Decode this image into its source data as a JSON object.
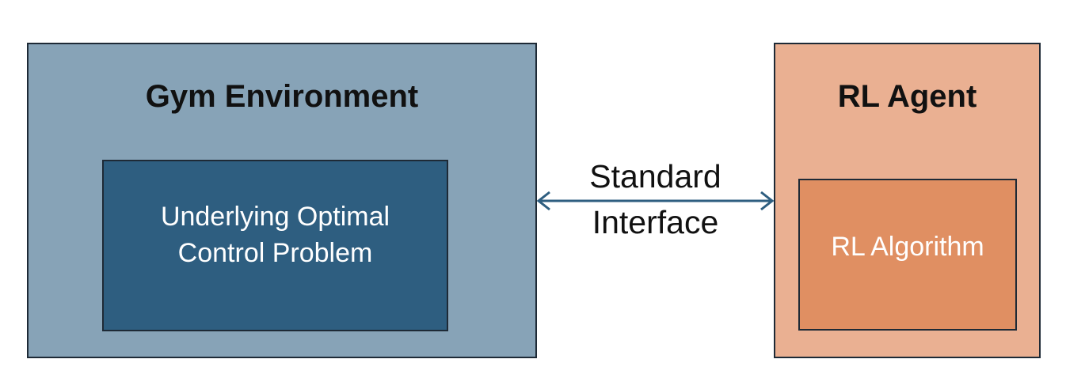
{
  "environment": {
    "title": "Gym Environment",
    "inner_label": "Underlying Optimal\nControl Problem",
    "fill_color": "#87a3b7",
    "inner_fill_color": "#2e5e80"
  },
  "connector": {
    "label": "Standard\nInterface",
    "arrow_color": "#2e5e80",
    "direction": "bidirectional"
  },
  "agent": {
    "title": "RL Agent",
    "inner_label": "RL Algorithm",
    "fill_color": "#eab092",
    "inner_fill_color": "#e08f62"
  }
}
